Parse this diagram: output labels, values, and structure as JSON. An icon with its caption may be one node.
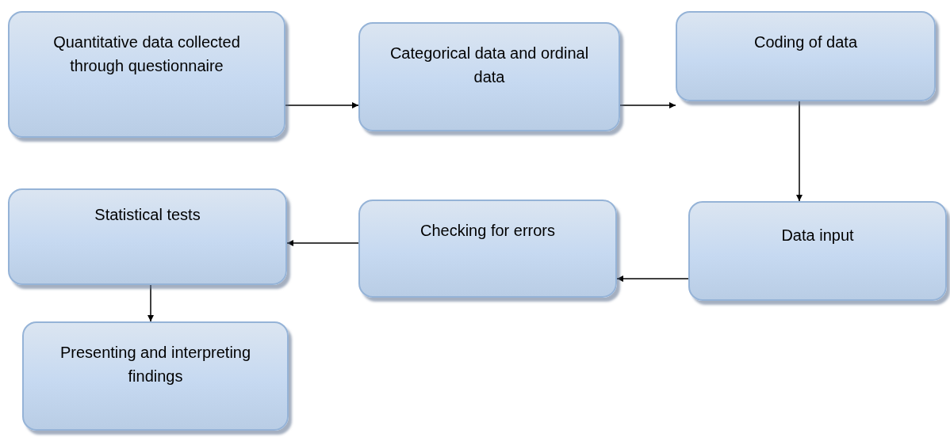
{
  "diagram": {
    "nodes": [
      {
        "text": [
          "Quantitative data collected through questionnaire"
        ]
      },
      {
        "text": [
          "Categorical data and ordinal data"
        ]
      },
      {
        "text": [
          "Coding of data"
        ]
      },
      {
        "text": [
          "Data input"
        ]
      },
      {
        "text": [
          "Checking for errors"
        ]
      },
      {
        "text": [
          "Statistical tests"
        ]
      },
      {
        "text": [
          "Presenting and interpreting findings"
        ]
      }
    ],
    "edges": [
      {
        "from": 0,
        "to": 1,
        "arrow": "to"
      },
      {
        "from": 1,
        "to": 2,
        "arrow": "to"
      },
      {
        "from": 2,
        "to": 3,
        "arrow": "to"
      },
      {
        "from": 3,
        "to": 4,
        "arrow": "to"
      },
      {
        "from": 4,
        "to": 5,
        "arrow": "to"
      },
      {
        "from": 5,
        "to": 6,
        "arrow": "to"
      }
    ]
  }
}
